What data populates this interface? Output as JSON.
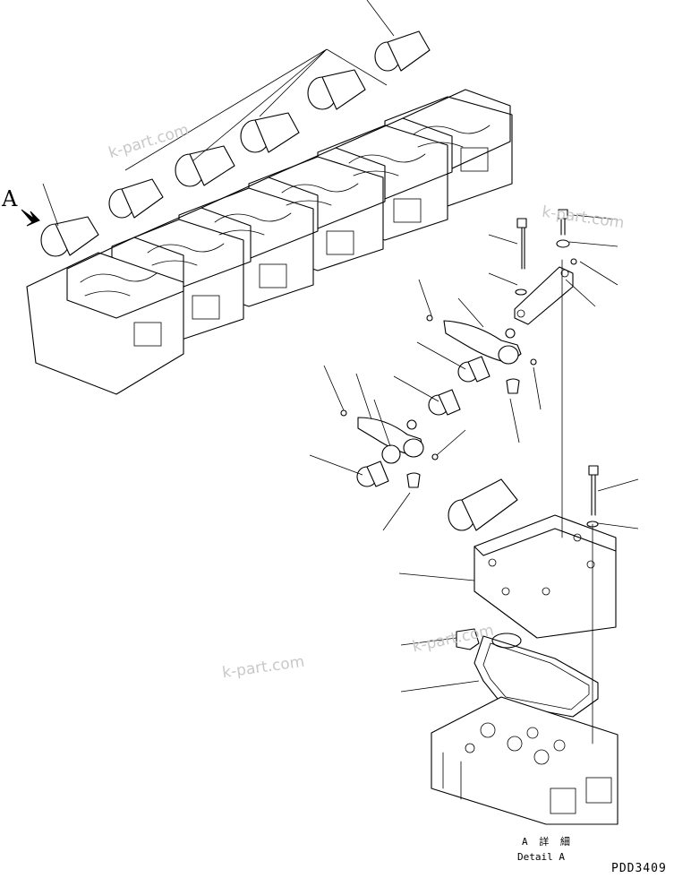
{
  "diagram": {
    "view_marker": "A",
    "detail_label_jp": "A 詳 細",
    "detail_label_en": "Detail A",
    "drawing_code": "PDD3409",
    "watermarks": [
      "k-part.com",
      "k-part.com",
      "k-part.com",
      "k-part.com"
    ],
    "colors": {
      "line": "#000000",
      "watermark": "#c8c8c8",
      "background": "#ffffff"
    }
  }
}
